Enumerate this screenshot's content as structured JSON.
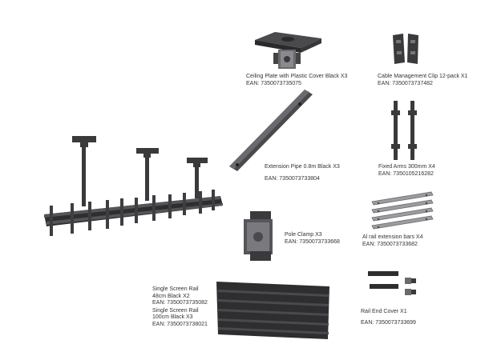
{
  "parts": {
    "ceiling_plate": {
      "name": "Ceiling Plate with Plastic Cover Black X3",
      "ean": "EAN: 7350073735075"
    },
    "cable_clip": {
      "name": "Cable Management Clip 12-pack X1",
      "ean": "EAN: 7350073737482"
    },
    "extension_pipe": {
      "name": "Extension Pipe 0.8m Black X3",
      "ean": "EAN: 7350073733804"
    },
    "fixed_arms": {
      "name": "Fixed Arms 300mm X4",
      "ean": "EAN: 7350105216282"
    },
    "pole_clamp": {
      "name": "Pole Clamp X3",
      "ean": "EAN: 7350073733668"
    },
    "al_rail": {
      "name": "Al rail extension bars X4",
      "ean": "EAN: 7350073733682"
    },
    "rail_48": {
      "name": "Single Screen Rail",
      "size": "48cm Black X2",
      "ean": "EAN: 7350073735082"
    },
    "rail_100": {
      "name": "Single Screen Rail",
      "size": "100cm Black X3",
      "ean": "EAN: 7350073738021"
    },
    "rail_end_cover": {
      "name": "Rail End Cover X1",
      "ean": "EAN: 7350073733699"
    }
  },
  "colors": {
    "metal_dark": "#3a3a3c",
    "metal_mid": "#5a5a5e",
    "metal_light": "#8a8a8e",
    "rail_silver": "#9c9ca0"
  }
}
